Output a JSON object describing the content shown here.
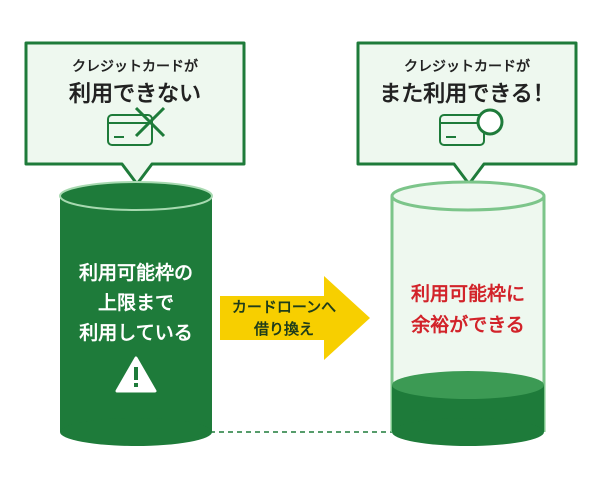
{
  "colors": {
    "green_dark": "#1e7b3a",
    "green_light_fill": "#eef8ef",
    "green_border": "#1e7b3a",
    "arrow_yellow": "#f7cf00",
    "accent_red": "#d2232a"
  },
  "left_bubble": {
    "line1": "クレジットカードが",
    "line2": "利用できない",
    "icon": "card-cross-icon"
  },
  "right_bubble": {
    "line1": "クレジットカードが",
    "line2": "また利用できる！",
    "icon": "card-circle-icon"
  },
  "left_cylinder": {
    "lines": [
      "利用可能枠の",
      "上限まで",
      "利用している"
    ],
    "icon": "warning-icon",
    "fill_level": 1.0
  },
  "arrow": {
    "lines": [
      "カードローンへ",
      "借り換え"
    ]
  },
  "right_cylinder": {
    "lines": [
      "利用可能枠に",
      "余裕ができる"
    ],
    "fill_level": 0.2
  }
}
